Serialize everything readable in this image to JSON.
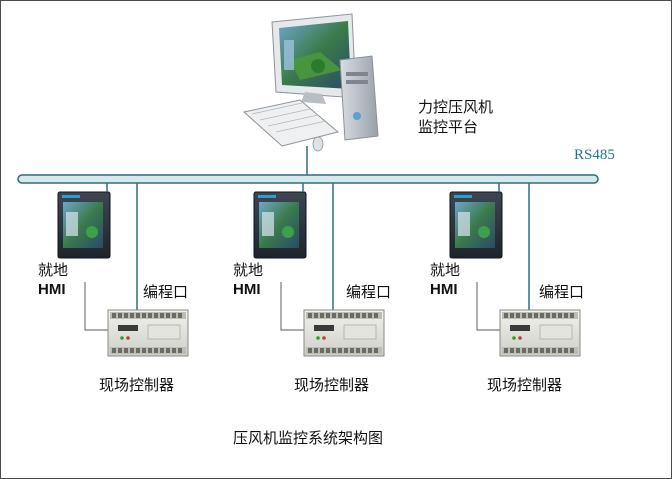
{
  "platform": {
    "line1": "力控压风机",
    "line2": "监控平台"
  },
  "bus": {
    "label": "RS485"
  },
  "stations": [
    {
      "hmi_line1": "就地",
      "hmi_line2": "HMI",
      "prog_port": "编程口",
      "controller": "现场控制器"
    },
    {
      "hmi_line1": "就地",
      "hmi_line2": "HMI",
      "prog_port": "编程口",
      "controller": "现场控制器"
    },
    {
      "hmi_line1": "就地",
      "hmi_line2": "HMI",
      "prog_port": "编程口",
      "controller": "现场控制器"
    }
  ],
  "caption": "压风机监控系统架构图",
  "colors": {
    "bus": "#2f6f78",
    "bus_fill": "#d6e8ec",
    "line": "#2f6f78",
    "link": "#7a7a7a"
  }
}
